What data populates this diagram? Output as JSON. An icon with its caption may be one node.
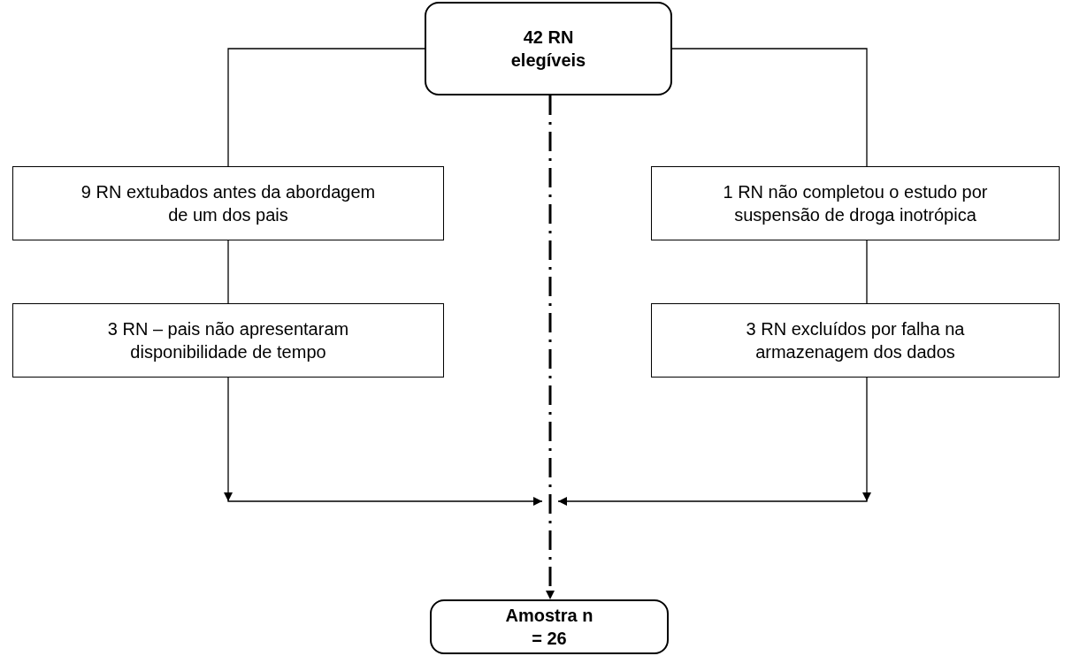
{
  "diagram": {
    "nodes": [
      {
        "text": [
          "42 RN elegíveis"
        ]
      },
      {
        "text": [
          "9 RN extubados antes da abordagem de um dos pais"
        ]
      },
      {
        "text": [
          "1 RN não completou o estudo por suspensão de droga inotrópica"
        ]
      },
      {
        "text": [
          "3 RN – pais não apresentaram disponibilidade de tempo"
        ]
      },
      {
        "text": [
          "3 RN excluídos por falha na armazenagem dos dados"
        ]
      },
      {
        "text": [
          "Amostra n = 26"
        ]
      }
    ],
    "edges": [
      {
        "from": 0,
        "to": 1,
        "arrow": "none"
      },
      {
        "from": 1,
        "to": 3,
        "arrow": "none"
      },
      {
        "from": 0,
        "to": 2,
        "arrow": "none"
      },
      {
        "from": 2,
        "to": 4,
        "arrow": "none"
      },
      {
        "from": 3,
        "to": null,
        "arrow": "to"
      },
      {
        "from": 4,
        "to": null,
        "arrow": "to"
      },
      {
        "from": 0,
        "to": 5,
        "arrow": "to",
        "style": "dashed"
      }
    ]
  }
}
